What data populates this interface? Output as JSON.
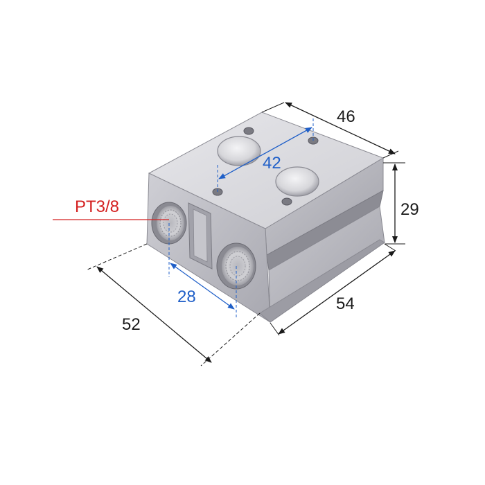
{
  "thread_label": "PT3/8",
  "dimensions": {
    "width_top": "46",
    "hole_spacing_top": "42",
    "height": "29",
    "length_side": "54",
    "depth_front": "52",
    "port_spacing": "28"
  },
  "colors": {
    "background": "#ffffff",
    "body_light": "#d8d8dc",
    "body_mid": "#bcbcc2",
    "body_dark": "#9a9aa2",
    "dimension_black": "#1a1a1a",
    "dimension_blue": "#1f5fc8",
    "thread_red": "#d42020"
  }
}
